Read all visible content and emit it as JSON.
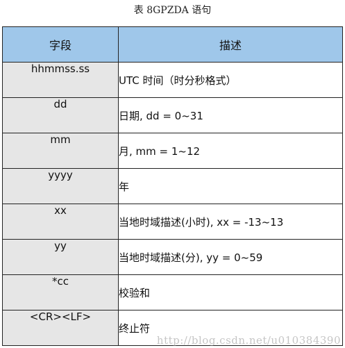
{
  "caption": "表 8GPZDA 语句",
  "table": {
    "headers": [
      "字段",
      "描述"
    ],
    "rows": [
      {
        "field": "hhmmss.ss",
        "desc": "UTC 时间（时分秒格式）"
      },
      {
        "field": "dd",
        "desc": "日期, dd = 0~31"
      },
      {
        "field": "mm",
        "desc": "月, mm = 1~12"
      },
      {
        "field": "yyyy",
        "desc": "年"
      },
      {
        "field": "xx",
        "desc": "当地时域描述(小时), xx = -13~13"
      },
      {
        "field": "yy",
        "desc": "当地时域描述(分), yy = 0~59"
      },
      {
        "field": "*cc",
        "desc": "校验和"
      },
      {
        "field": "<CR><LF>",
        "desc": "终止符"
      }
    ]
  },
  "watermark": "http://blog.csdn.net/u010384390",
  "colors": {
    "header_bg": "#9fc7ea",
    "field_bg": "#e6e6e6"
  }
}
